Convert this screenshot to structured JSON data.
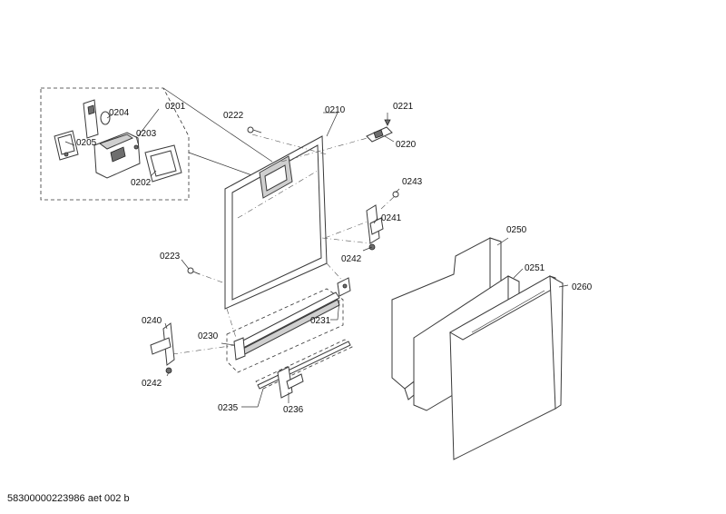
{
  "labels": {
    "p0201": "0201",
    "p0202": "0202",
    "p0203": "0203",
    "p0204": "0204",
    "p0205": "0205",
    "p0210": "0210",
    "p0220": "0220",
    "p0221": "0221",
    "p0222": "0222",
    "p0223": "0223",
    "p0230": "0230",
    "p0231": "0231",
    "p0235": "0235",
    "p0236": "0236",
    "p0240": "0240",
    "p0241": "0241",
    "p0242a": "0242",
    "p0242b": "0242",
    "p0243": "0243",
    "p0250": "0250",
    "p0251": "0251",
    "p0260": "0260"
  },
  "footer": "58300000223986 aet 002 b"
}
